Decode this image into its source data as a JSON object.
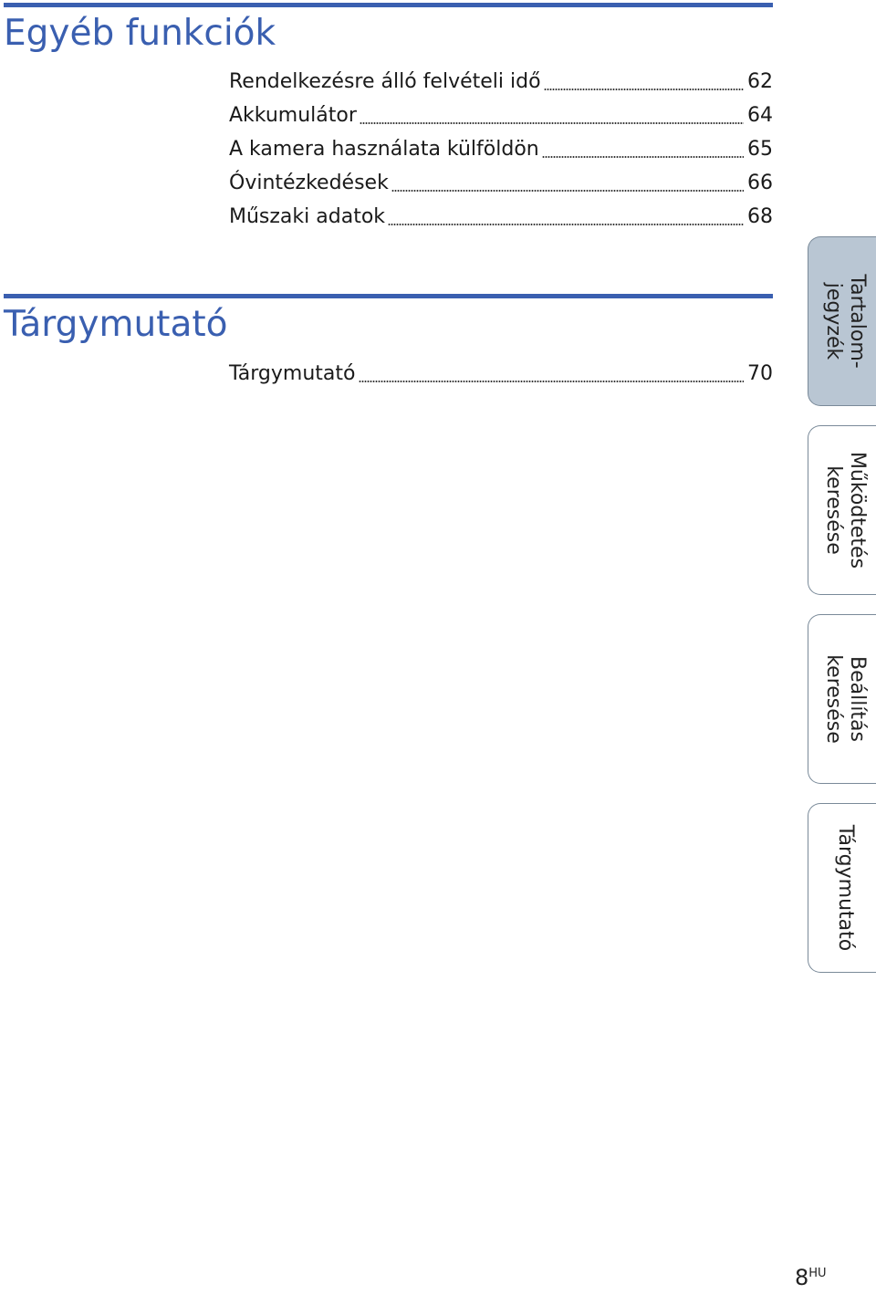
{
  "sections": [
    {
      "title": "Egyéb funkciók",
      "items": [
        {
          "label": "Rendelkezésre álló felvételi idő",
          "page": "62"
        },
        {
          "label": "Akkumulátor",
          "page": "64"
        },
        {
          "label": "A kamera használata külföldön",
          "page": "65"
        },
        {
          "label": "Óvintézkedések",
          "page": "66"
        },
        {
          "label": "Műszaki adatok",
          "page": "68"
        }
      ]
    },
    {
      "title": "Tárgymutató",
      "items": [
        {
          "label": "Tárgymutató",
          "page": "70"
        }
      ]
    }
  ],
  "side_tabs": [
    {
      "label": "Tartalom-\njegyzék",
      "active": true
    },
    {
      "label": "Működtetés\nkeresése",
      "active": false
    },
    {
      "label": "Beállítás\nkeresése",
      "active": false
    },
    {
      "label": "Tárgymutató",
      "active": false
    }
  ],
  "footer": {
    "page_number": "8",
    "locale": "HU"
  },
  "colors": {
    "accent": "#3a5fb0",
    "active_tab": "#b9c6d3",
    "tab_border": "#7a8a99"
  }
}
